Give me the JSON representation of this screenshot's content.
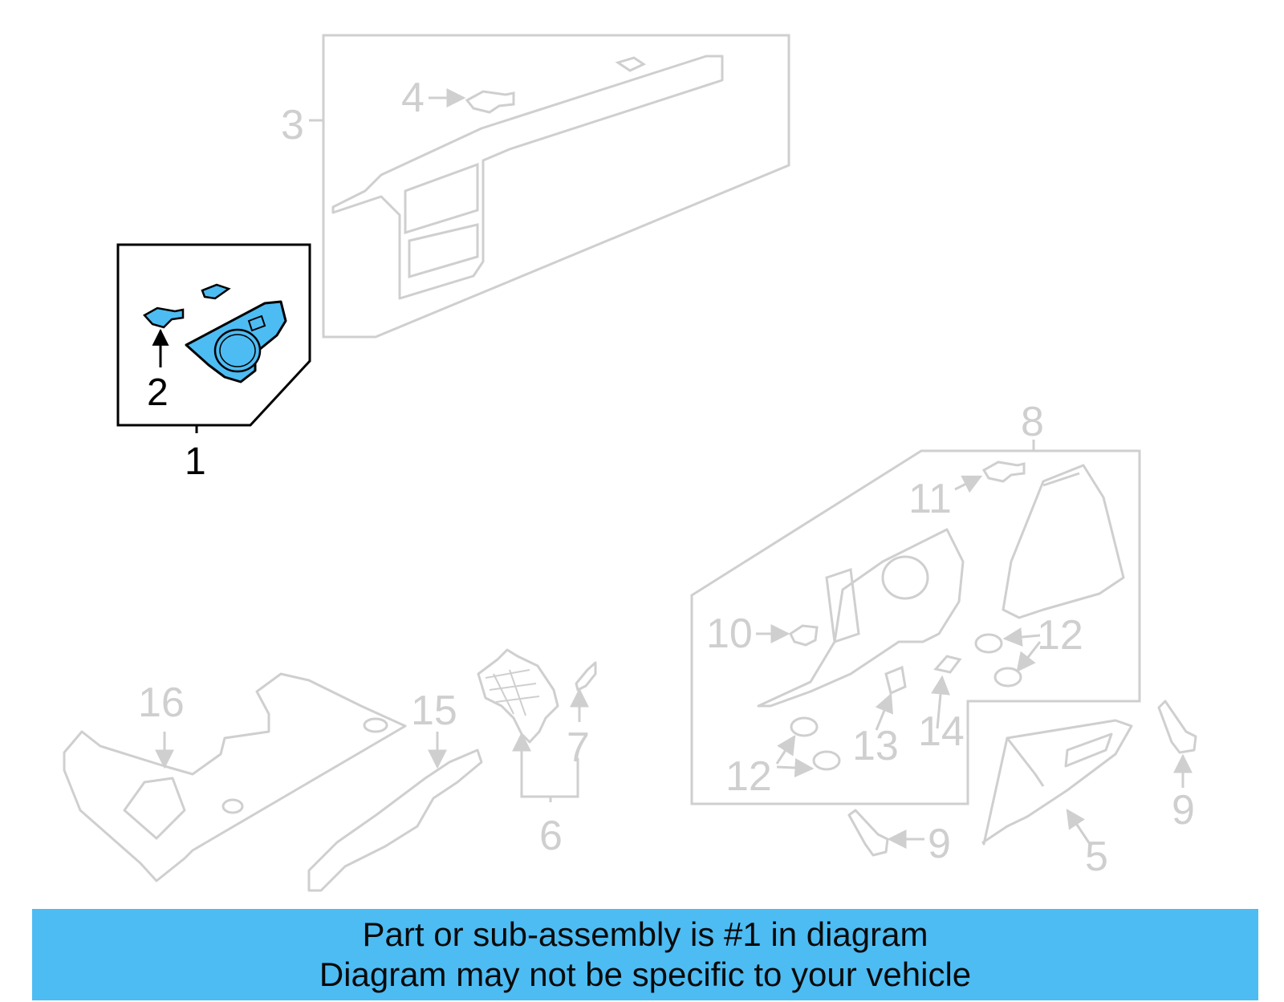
{
  "diagram": {
    "callouts": {
      "c1": "1",
      "c2": "2",
      "c3": "3",
      "c4": "4",
      "c5": "5",
      "c6": "6",
      "c7": "7",
      "c8": "8",
      "c9a": "9",
      "c9b": "9",
      "c10": "10",
      "c11": "11",
      "c12a": "12",
      "c12b": "12",
      "c13": "13",
      "c14": "14",
      "c15": "15",
      "c16": "16"
    },
    "colors": {
      "highlight": "#4dbcf3",
      "faded": "#cfcfcf",
      "outline": "#000000"
    }
  },
  "banner": {
    "line1": "Part or sub-assembly is #1 in diagram",
    "line2": "Diagram may not be specific to your vehicle",
    "background": "#4dbcf3"
  }
}
